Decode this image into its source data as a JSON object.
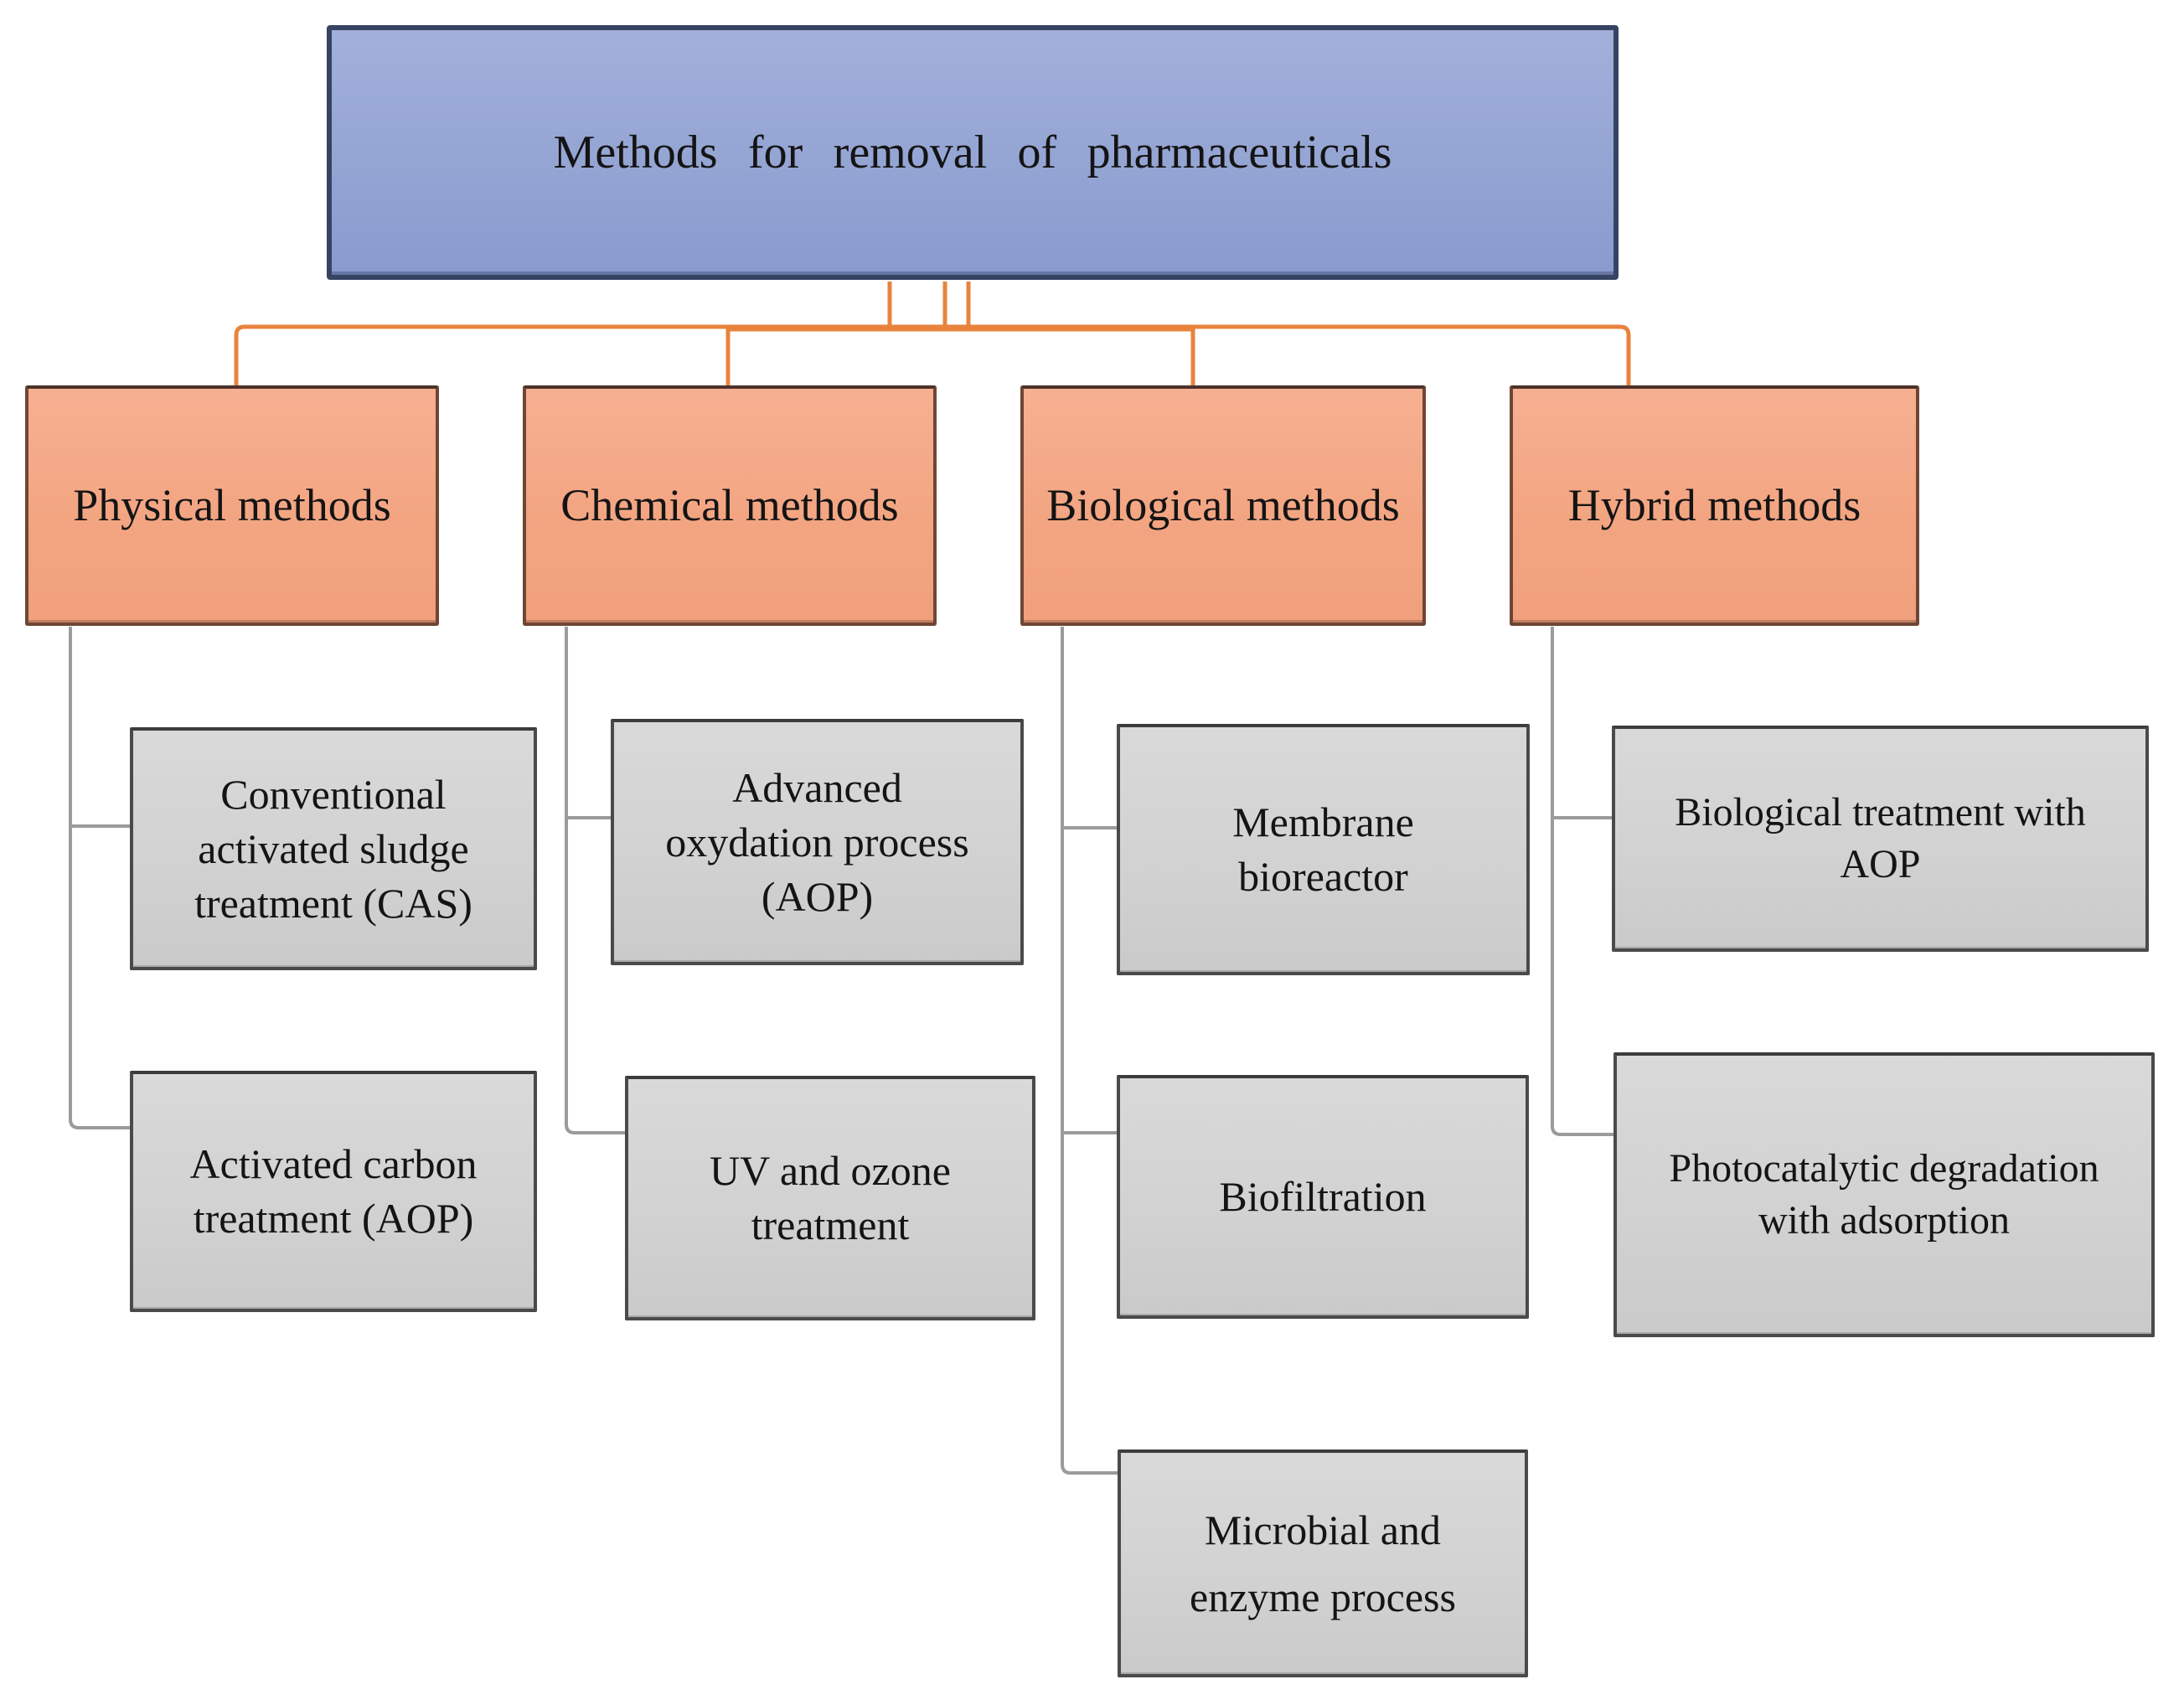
{
  "diagram": {
    "root": {
      "label": "Methods for removal of pharmaceuticals"
    },
    "categories": [
      {
        "id": "physical",
        "label": "Physical methods",
        "children": [
          {
            "label": "Conventional\nactivated sludge\ntreatment (CAS)"
          },
          {
            "label": "Activated carbon\ntreatment (AOP)"
          }
        ]
      },
      {
        "id": "chemical",
        "label": "Chemical methods",
        "children": [
          {
            "label": "Advanced\noxydation process\n(AOP)"
          },
          {
            "label": "UV and ozone\ntreatment"
          }
        ]
      },
      {
        "id": "biological",
        "label": "Biological methods",
        "children": [
          {
            "label": "Membrane\nbioreactor"
          },
          {
            "label": "Biofiltration"
          },
          {
            "label": "Microbial and\nenzyme process"
          }
        ]
      },
      {
        "id": "hybrid",
        "label": "Hybrid methods",
        "children": [
          {
            "label": "Biological treatment with\nAOP"
          },
          {
            "label": "Photocatalytic degradation\nwith adsorption"
          }
        ]
      }
    ]
  },
  "colors": {
    "root_fill": "#94a4d3",
    "root_border": "#364363",
    "category_fill": "#f3a582",
    "category_border": "#6f4636",
    "child_fill": "#d2d2d2",
    "child_border": "#4a4a4a",
    "orange_connector": "#e8833e",
    "gray_connector": "#9b9b9b",
    "text": "#141414",
    "background": "#ffffff"
  }
}
